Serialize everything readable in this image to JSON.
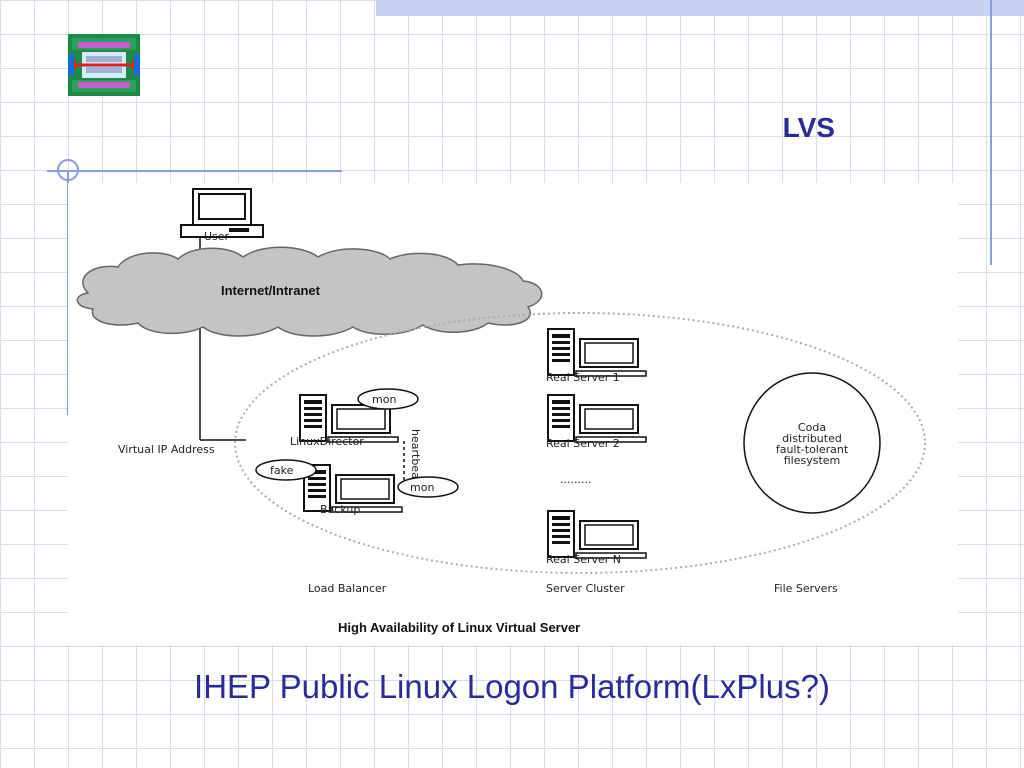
{
  "slide": {
    "title": "LVS",
    "caption": "IHEP Public Linux Logon Platform(LxPlus?)"
  },
  "diagram": {
    "user_label": "User",
    "network_label": "Internet/Intranet",
    "vip_label": "Virtual IP Address",
    "director_label": "LinuxDirector",
    "backup_label": "Backup",
    "mon_label_1": "mon",
    "mon_label_2": "mon",
    "fake_label": "fake",
    "heartbeat_label": "heartbeat",
    "real_server_1": "Real Server 1",
    "real_server_2": "Real Server 2",
    "ellipsis": ".........",
    "real_server_n": "Real Server N",
    "coda_line1": "Coda",
    "coda_line2": "distributed",
    "coda_line3": "fault-tolerant",
    "coda_line4": "filesystem",
    "group_load_balancer": "Load Balancer",
    "group_server_cluster": "Server Cluster",
    "group_file_servers": "File Servers",
    "figure_title": "High Availability of Linux Virtual Server"
  },
  "colors": {
    "title": "#2a2a9a",
    "accent_line": "#8a9be0",
    "grid": "#d6dcf0"
  },
  "icons": {
    "logo": "accelerator-logo-icon",
    "workstation": "computer-workstation-icon",
    "cloud": "network-cloud-icon"
  }
}
